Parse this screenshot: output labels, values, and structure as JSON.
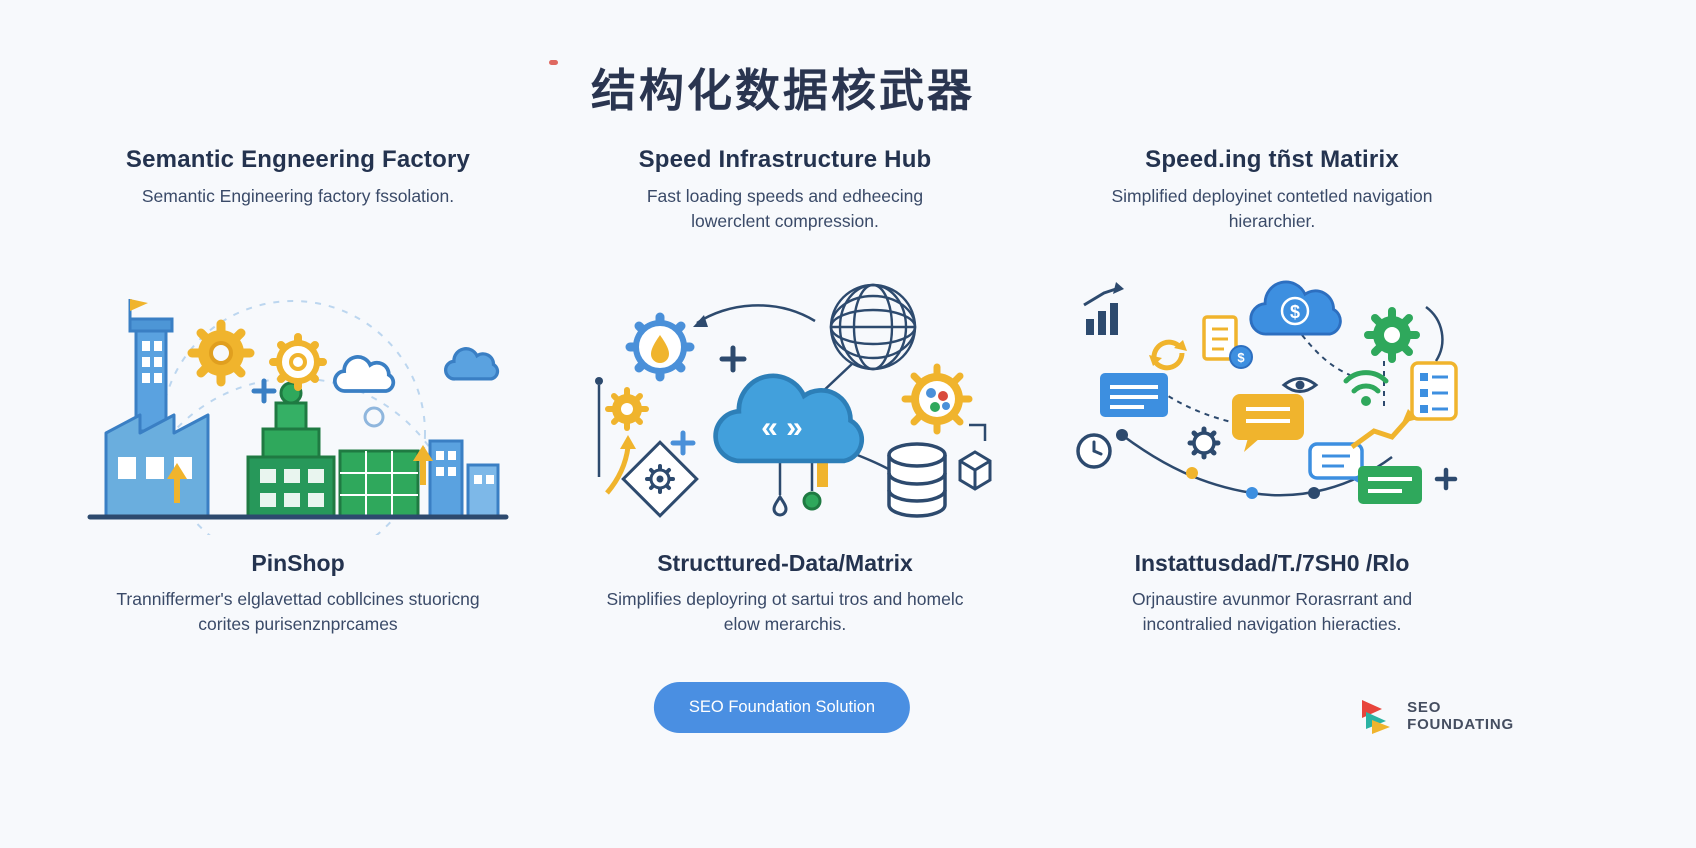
{
  "title": "结构化数据核武器",
  "columns": [
    {
      "heading": "Semantic Engneering Factory",
      "description": "Semantic Engineering factory fssolation.",
      "footer_heading": "PinShop",
      "footer_description": "Tranniffermer's elglavettad cobllcines stuoricng corites purisenznprcames",
      "illustration_icons": [
        "factory-building-icon",
        "tower-icon",
        "gear-icon",
        "cloud-icon",
        "green-blocks-icon",
        "blue-buildings-icon",
        "arrow-up-icon",
        "plus-icon",
        "dashed-orbit"
      ]
    },
    {
      "heading": "Speed Infrastructure Hub",
      "description": "Fast loading speeds and edheecing lowerclent compression.",
      "footer_heading": "Structtured-Data/Matrix",
      "footer_description": "Simplifies deployring ot sartui tros and homelc elow merarchis.",
      "illustration_icons": [
        "code-cloud-icon",
        "globe-icon",
        "gear-icon",
        "molecule-gear-icon",
        "database-icon",
        "box-icon",
        "diamond-gear-icon",
        "plus-icon",
        "drop-icon",
        "node-dot"
      ]
    },
    {
      "heading": "Speed.ing tñst Matirix",
      "description": "Simplified deployinet contetled navigation hierarchier.",
      "footer_heading": "Instattusdad/T./7SH0 /Rlo",
      "footer_description": "Orjnaustire avunmor Rorasrrant and incontralied navigation hieracties.",
      "illustration_icons": [
        "dollar-cloud-icon",
        "gear-icon",
        "bar-chart-icon",
        "refresh-icon",
        "document-icon",
        "table-panel-icon",
        "chat-bubble-icon",
        "wifi-icon",
        "eye-icon",
        "clock-icon",
        "checklist-icon",
        "message-panel-icon",
        "trend-arrow-icon",
        "plus-icon"
      ]
    }
  ],
  "glyphs": {
    "code": "« »",
    "dollar": "$"
  },
  "cta": {
    "label": "SEO Foundation Solution"
  },
  "logo": {
    "line1": "SEO",
    "line2": "FOUNDATING"
  },
  "colors": {
    "background": "#f7f9fc",
    "navy": "#2d4a6e",
    "heading_navy": "#24334f",
    "blue": "#4a90d9",
    "light_blue": "#5aa2e0",
    "green": "#2fa85c",
    "yellow": "#f0b42d",
    "button_blue": "#4a8fe2",
    "logo_red": "#e8453c",
    "logo_teal": "#2bb3a3"
  }
}
